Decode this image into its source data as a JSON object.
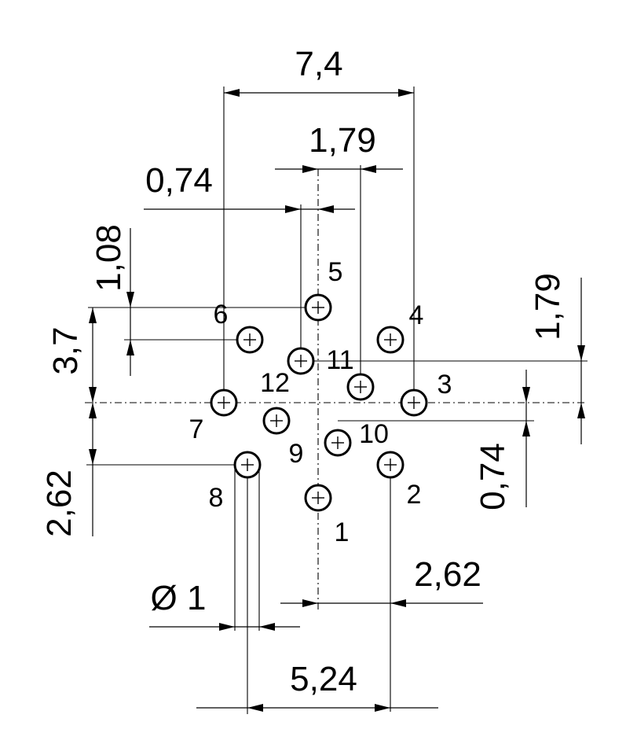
{
  "dimensions": {
    "overall_width": "7,4",
    "pin_offset_right": "1,79",
    "pin_offset_left": "0,74",
    "vertical_offset_upper": "1,08",
    "vertical_top": "3,7",
    "vertical_right_upper": "1,79",
    "vertical_right_lower": "0,74",
    "vertical_bottom": "2,62",
    "horizontal_bottom_right": "2,62",
    "diameter": "Ø 1",
    "horizontal_bottom": "5,24"
  },
  "pins": [
    {
      "label": "1"
    },
    {
      "label": "2"
    },
    {
      "label": "3"
    },
    {
      "label": "4"
    },
    {
      "label": "5"
    },
    {
      "label": "6"
    },
    {
      "label": "7"
    },
    {
      "label": "8"
    },
    {
      "label": "9"
    },
    {
      "label": "10"
    },
    {
      "label": "11"
    },
    {
      "label": "12"
    }
  ]
}
